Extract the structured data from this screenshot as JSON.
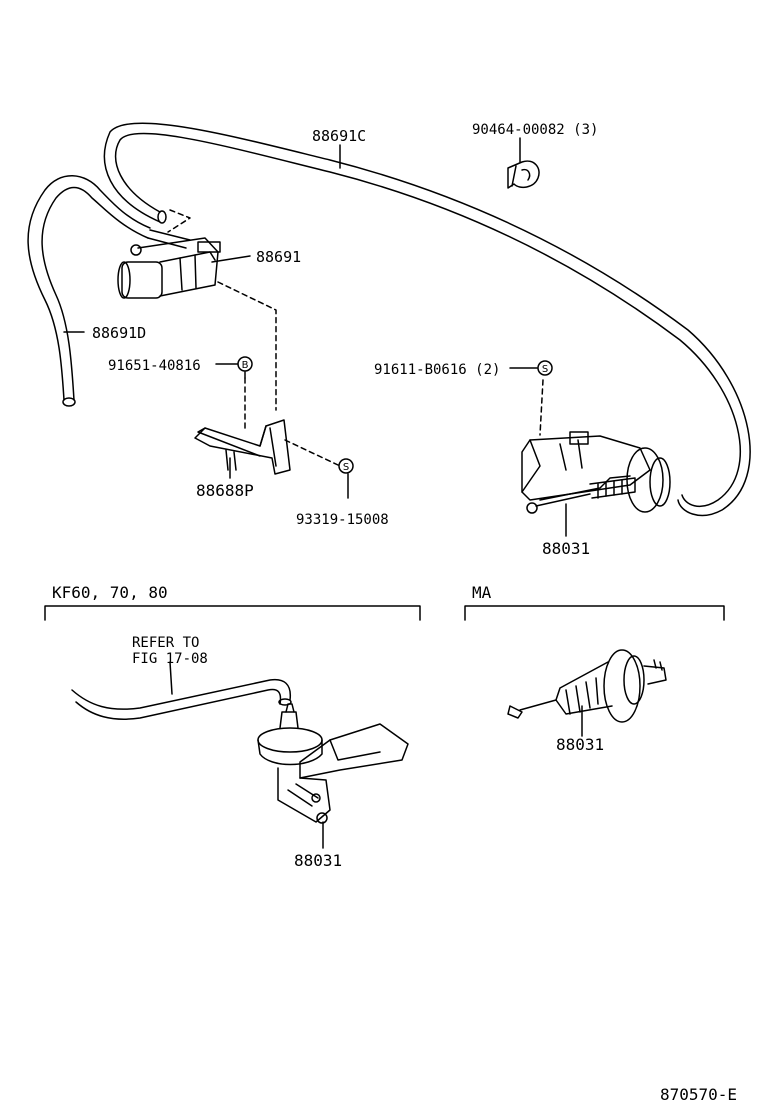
{
  "labels": {
    "hose_main": "88691C",
    "clamp": "90464-00082 (3)",
    "vsv": "88691",
    "hose_left": "88691D",
    "bolt_b": "91651-40816",
    "bolt_s_right": "91611-B0616 (2)",
    "bracket": "88688P",
    "screw_s": "93319-15008",
    "actuator_top": "88031",
    "actuator_kf": "88031",
    "actuator_ma": "88031"
  },
  "symbols": {
    "b": "B",
    "s": "S"
  },
  "sections": {
    "kf": {
      "title": "KF60, 70, 80",
      "refer_line1": "REFER TO",
      "refer_line2": "FIG 17-08"
    },
    "ma": {
      "title": "MA"
    }
  },
  "footer": {
    "code": "870570-E"
  }
}
